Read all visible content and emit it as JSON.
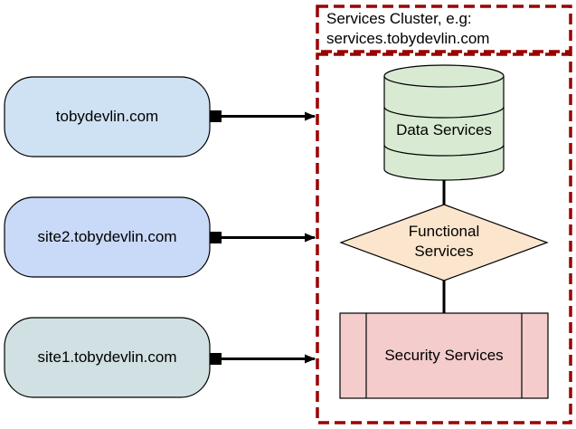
{
  "cluster": {
    "title_line1": "Services Cluster, e.g:",
    "title_line2": "services.tobydevlin.com"
  },
  "sites": [
    {
      "label": "tobydevlin.com"
    },
    {
      "label": "site2.tobydevlin.com"
    },
    {
      "label": "site1.tobydevlin.com"
    }
  ],
  "services": {
    "data": "Data Services",
    "functional_line1": "Functional",
    "functional_line2": "Services",
    "security": "Security Services"
  },
  "colors": {
    "cluster_border": "#990000",
    "site1_fill": "#cfe2f3",
    "site2_fill": "#c9daf8",
    "site3_fill": "#d0e0e3",
    "data_fill": "#d9ead3",
    "functional_fill": "#fce5cd",
    "security_fill": "#f4cccc",
    "stroke": "#000000"
  }
}
